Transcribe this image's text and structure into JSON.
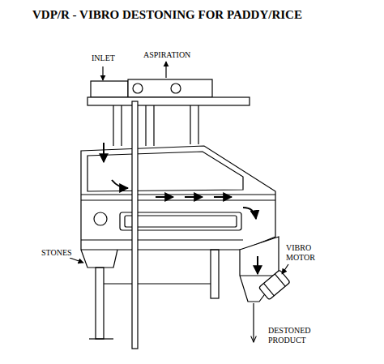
{
  "diagram": {
    "title": "VDP/R - VIBRO DESTONING FOR PADDY/RICE",
    "labels": [
      "INLET",
      "ASPIRATION",
      "STONES",
      "VIBRO MOTOR",
      "DESTONED PRODUCT"
    ]
  }
}
